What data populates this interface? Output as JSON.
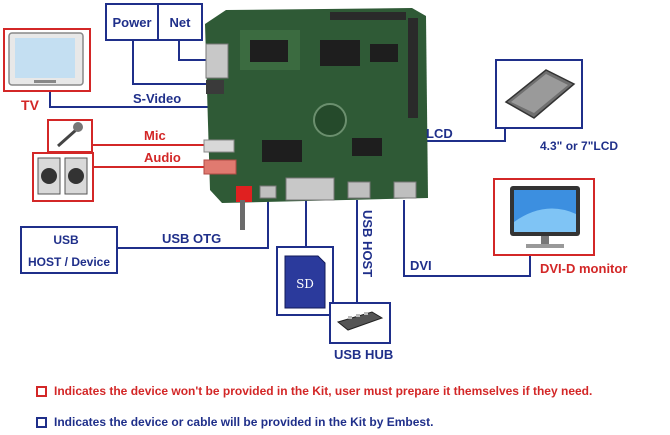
{
  "labels": {
    "power": "Power",
    "net": "Net",
    "tv": "TV",
    "svideo": "S-Video",
    "mic": "Mic",
    "audio": "Audio",
    "lcd": "LCD",
    "lcd_size": "4.3\" or 7\"LCD",
    "usb_device_line1": "USB",
    "usb_device_line2": "HOST / Device",
    "usb_otg": "USB OTG",
    "sd": "SD",
    "usb_host": "USB HOST",
    "usb_hub": "USB HUB",
    "dvi": "DVI",
    "dvi_monitor": "DVI-D monitor"
  },
  "legend": {
    "red_text": "Indicates the device won't be provided in the Kit, user must prepare it themselves if they need.",
    "blue_text": "Indicates the device or cable will be provided in the Kit by Embest."
  },
  "colors": {
    "user_supplied": "#d32727",
    "kit_supplied": "#1f2f8a",
    "board": "#2f5a36"
  }
}
